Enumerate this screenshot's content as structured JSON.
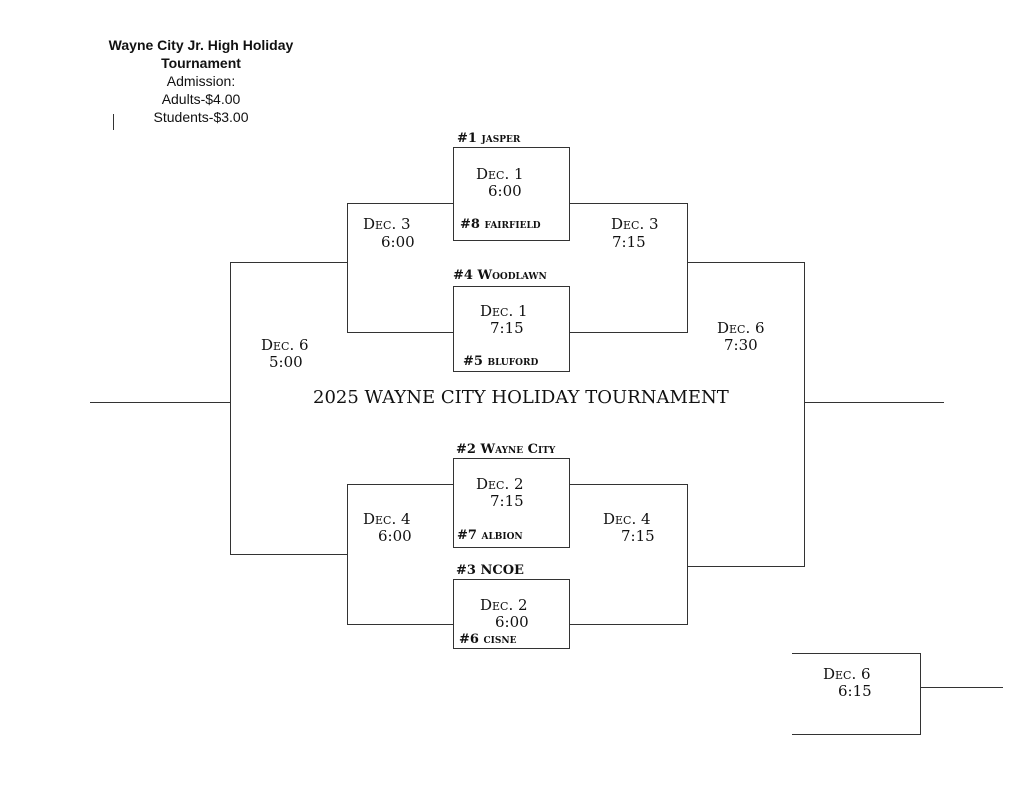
{
  "header": {
    "title": "Wayne City Jr. High Holiday Tournament",
    "admission": "Admission:",
    "adults": "Adults-$4.00",
    "students": "Students-$3.00"
  },
  "tournament_title": "2025 WAYNE CITY HOLIDAY TOURNAMENT",
  "teams": {
    "t1": "#1 jasper",
    "t8": "#8 fairfield",
    "t4": "#4 Woodlawn",
    "t5": "#5 bluford",
    "t2": "#2 Wayne City",
    "t7": "#7 albion",
    "t3": "#3 NCOE",
    "t6": "#6 cisne"
  },
  "games": {
    "g1": {
      "date": "Dec. 1",
      "time": "6:00"
    },
    "g2": {
      "date": "Dec. 1",
      "time": "7:15"
    },
    "g3": {
      "date": "Dec. 2",
      "time": "7:15"
    },
    "g4": {
      "date": "Dec. 2",
      "time": "6:00"
    },
    "sf_top_left": {
      "date": "Dec. 3",
      "time": "6:00"
    },
    "sf_top_right": {
      "date": "Dec. 3",
      "time": "7:15"
    },
    "sf_bot_left": {
      "date": "Dec. 4",
      "time": "6:00"
    },
    "sf_bot_right": {
      "date": "Dec. 4",
      "time": "7:15"
    },
    "final_left": {
      "date": "Dec. 6",
      "time": "5:00"
    },
    "final_right": {
      "date": "Dec. 6",
      "time": "7:30"
    },
    "extra": {
      "date": "Dec. 6",
      "time": "6:15"
    }
  }
}
